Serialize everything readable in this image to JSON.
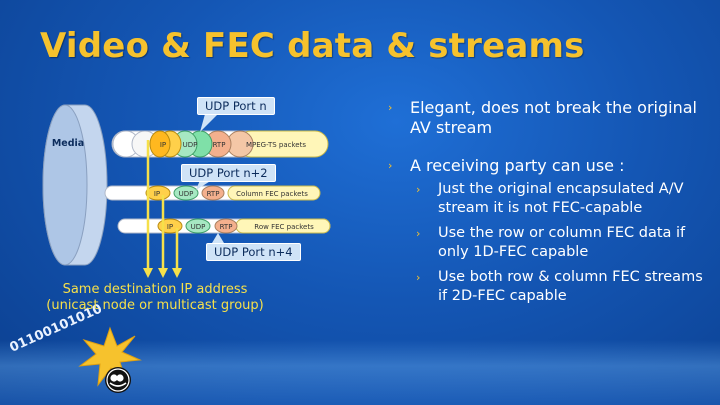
{
  "slide": {
    "title": "Video & FEC data & streams",
    "bullets": [
      {
        "text": "Elegant, does not break the original AV stream",
        "sub": []
      },
      {
        "text": "A receiving party can use :",
        "sub": [
          "Just the original encapsulated A/V stream it is not FEC-capable",
          "Use the row or column FEC data if only 1D-FEC capable",
          "Use both row & column FEC streams if 2D-FEC capable"
        ]
      }
    ]
  },
  "diagram": {
    "media_label": "Media",
    "ports": [
      "UDP Port n",
      "UDP Port n+2",
      "UDP Port n+4"
    ],
    "streams": [
      {
        "ip": "IP",
        "udp": "UDP",
        "rtp": "RTP",
        "payload": "MPEG-TS packets"
      },
      {
        "ip": "IP",
        "udp": "UDP",
        "rtp": "RTP",
        "payload": "Column FEC packets"
      },
      {
        "ip": "IP",
        "udp": "UDP",
        "rtp": "RTP",
        "payload": "Row FEC packets"
      }
    ],
    "caption_line1": "Same destination IP address",
    "caption_line2": "(unicast node or multicast group)"
  },
  "decor": {
    "binary_text": "01100101010",
    "logo_icon": "pbs-logo-icon",
    "burst_icon": "starburst-icon",
    "accent_color": "#f6c22d"
  }
}
